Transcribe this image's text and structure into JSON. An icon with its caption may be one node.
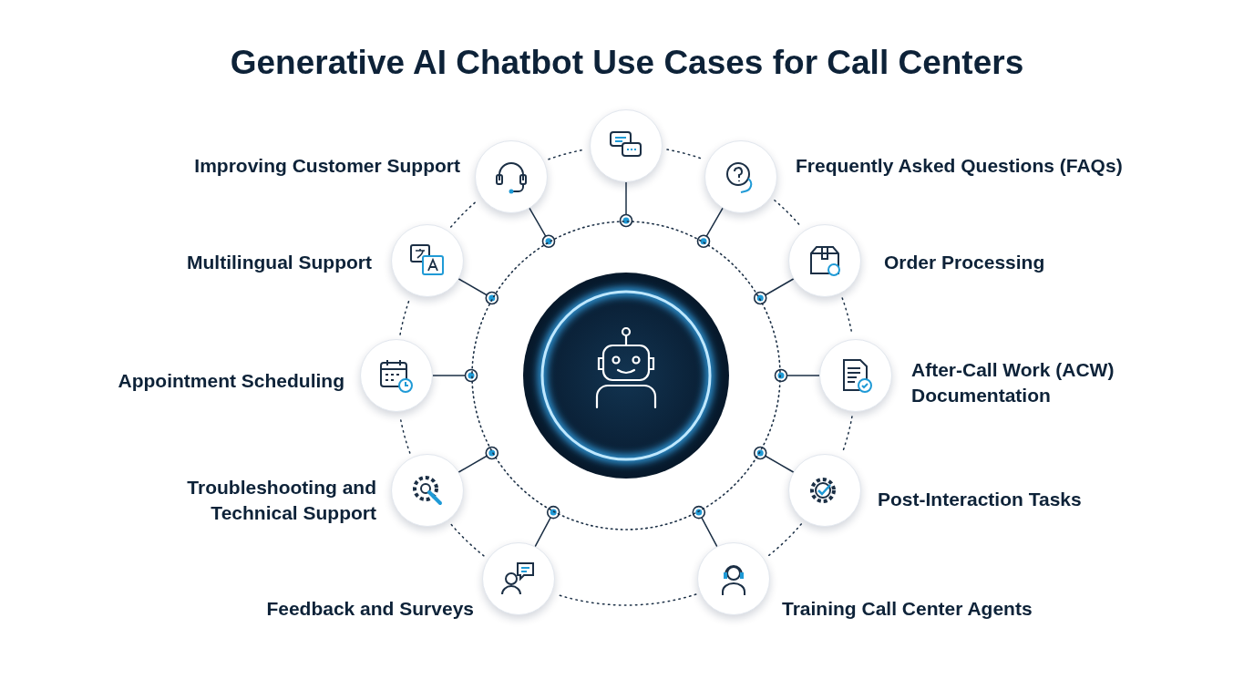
{
  "diagram": {
    "title": "Generative AI Chatbot Use Cases for Call Centers",
    "nodes": [
      {
        "text": [],
        "shape": "circle"
      },
      {
        "text": [],
        "shape": "circle",
        "in": 0
      },
      {
        "text": [],
        "shape": "circle"
      },
      {
        "text": [],
        "shape": "circle",
        "beside": [
          "Frequently Asked Questions (FAQs)"
        ]
      },
      {
        "text": [],
        "shape": "circle",
        "beside": [
          "Order Processing"
        ]
      },
      {
        "text": [],
        "shape": "circle",
        "beside": [
          "After-Call Work (ACW) Documentation"
        ]
      },
      {
        "text": [],
        "shape": "circle",
        "beside": [
          "Post-Interaction Tasks"
        ]
      },
      {
        "text": [],
        "shape": "circle",
        "beside": [
          "Training Call Center Agents"
        ]
      },
      {
        "text": [],
        "shape": "circle",
        "beside": [
          "Feedback and Surveys"
        ]
      },
      {
        "text": [],
        "shape": "circle",
        "beside": [
          "Troubleshooting and Technical Support"
        ]
      },
      {
        "text": [],
        "shape": "circle",
        "beside": [
          "Appointment Scheduling"
        ]
      },
      {
        "text": [],
        "shape": "circle",
        "beside": [
          "Multilingual Support"
        ]
      },
      {
        "text": [],
        "shape": "circle",
        "beside": [
          "Improving Customer Support"
        ]
      }
    ],
    "edges": [
      {
        "from": 0,
        "to": 2,
        "arrow": "other"
      },
      {
        "from": 0,
        "to": 3,
        "arrow": "other"
      },
      {
        "from": 0,
        "to": 4,
        "arrow": "other"
      },
      {
        "from": 0,
        "to": 5,
        "arrow": "other"
      },
      {
        "from": 0,
        "to": 6,
        "arrow": "other"
      },
      {
        "from": 0,
        "to": 7,
        "arrow": "other"
      },
      {
        "from": 0,
        "to": 8,
        "arrow": "other"
      },
      {
        "from": 0,
        "to": 9,
        "arrow": "other"
      },
      {
        "from": 0,
        "to": 10,
        "arrow": "other"
      },
      {
        "from": 0,
        "to": 11,
        "arrow": "other"
      },
      {
        "from": 0,
        "to": 12,
        "arrow": "other"
      },
      {
        "from": 2,
        "to": 3,
        "arrow": "none",
        "style": "dashed"
      },
      {
        "from": 3,
        "to": 4,
        "arrow": "none",
        "style": "dashed"
      },
      {
        "from": 4,
        "to": 5,
        "arrow": "none",
        "style": "dashed"
      },
      {
        "from": 5,
        "to": 6,
        "arrow": "none",
        "style": "dashed"
      },
      {
        "from": 6,
        "to": 7,
        "arrow": "none",
        "style": "dashed"
      },
      {
        "from": 7,
        "to": 8,
        "arrow": "none",
        "style": "dashed"
      },
      {
        "from": 8,
        "to": 9,
        "arrow": "none",
        "style": "dashed"
      },
      {
        "from": 9,
        "to": 10,
        "arrow": "none",
        "style": "dashed"
      },
      {
        "from": 10,
        "to": 11,
        "arrow": "none",
        "style": "dashed"
      },
      {
        "from": 11,
        "to": 12,
        "arrow": "none",
        "style": "dashed"
      },
      {
        "from": 12,
        "to": 2,
        "arrow": "none",
        "style": "dashed"
      }
    ]
  }
}
